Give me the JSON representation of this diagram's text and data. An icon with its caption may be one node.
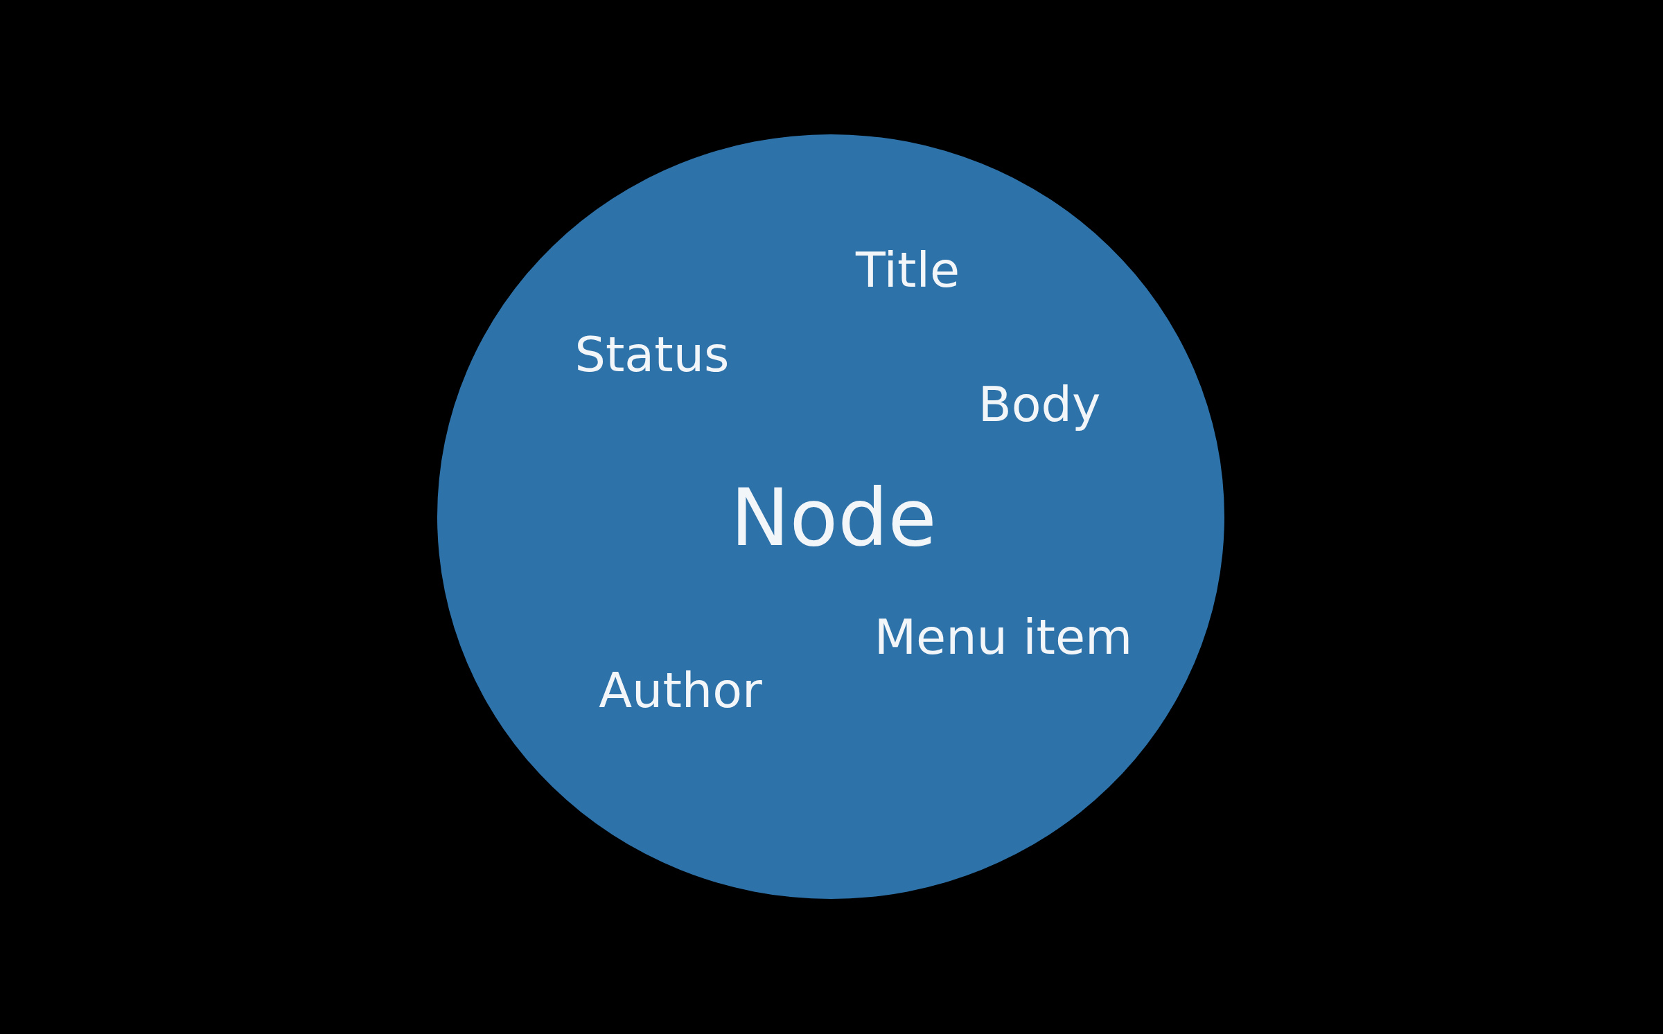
{
  "diagram": {
    "nodes": [
      {
        "text": [
          "Title",
          "Status",
          "Body",
          "Node",
          "Menu item",
          "Author"
        ]
      }
    ]
  }
}
